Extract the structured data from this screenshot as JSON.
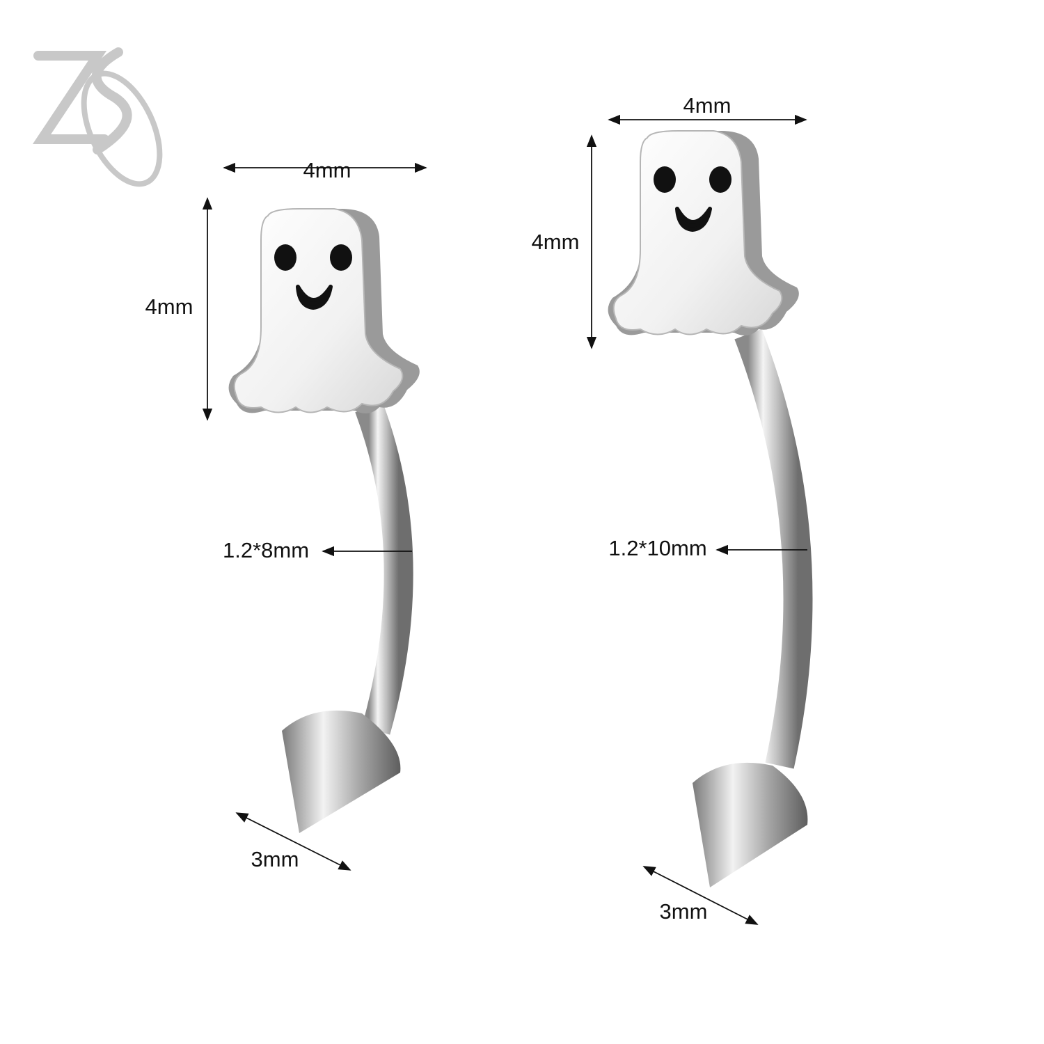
{
  "logo": {
    "text": "ZS",
    "color": "#c8c8c8"
  },
  "products": [
    {
      "name": "ghost-curved-barbell-small",
      "head_width_label": "4mm",
      "head_height_label": "4mm",
      "bar_label": "1.2*8mm",
      "spike_label": "3mm"
    },
    {
      "name": "ghost-curved-barbell-large",
      "head_width_label": "4mm",
      "head_height_label": "4mm",
      "bar_label": "1.2*10mm",
      "spike_label": "3mm"
    }
  ],
  "colors": {
    "metal": "#c9c9c9",
    "face": "#111111",
    "dimension_line": "#111111"
  }
}
